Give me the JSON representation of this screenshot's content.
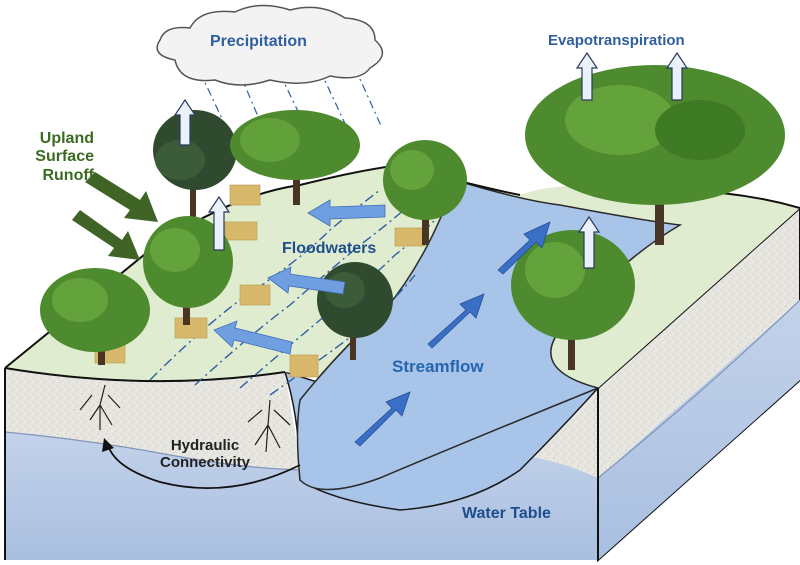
{
  "labels": {
    "precipitation": "Precipitation",
    "evapotranspiration": "Evapotranspiration",
    "upland_surface_runoff": [
      "Upland",
      "Surface",
      "Runoff"
    ],
    "floodwaters": "Floodwaters",
    "streamflow": "Streamflow",
    "hydraulic_connectivity": [
      "Hydraulic",
      "Connectivity"
    ],
    "water_table": "Water Table"
  },
  "colors": {
    "floodplain_surface": "#dfeccf",
    "soil_layer": "#e6e4df",
    "groundwater": "#b7c8e3",
    "stream": "#a8c4e8",
    "flood_arrows": "#6f9fe0",
    "stream_arrows": "#3a6fc6",
    "runoff_arrows": "#3f6425",
    "tree_foliage": "#4e8a2e",
    "label_blue": "#2f5f9e",
    "label_green": "#3b6b22"
  }
}
